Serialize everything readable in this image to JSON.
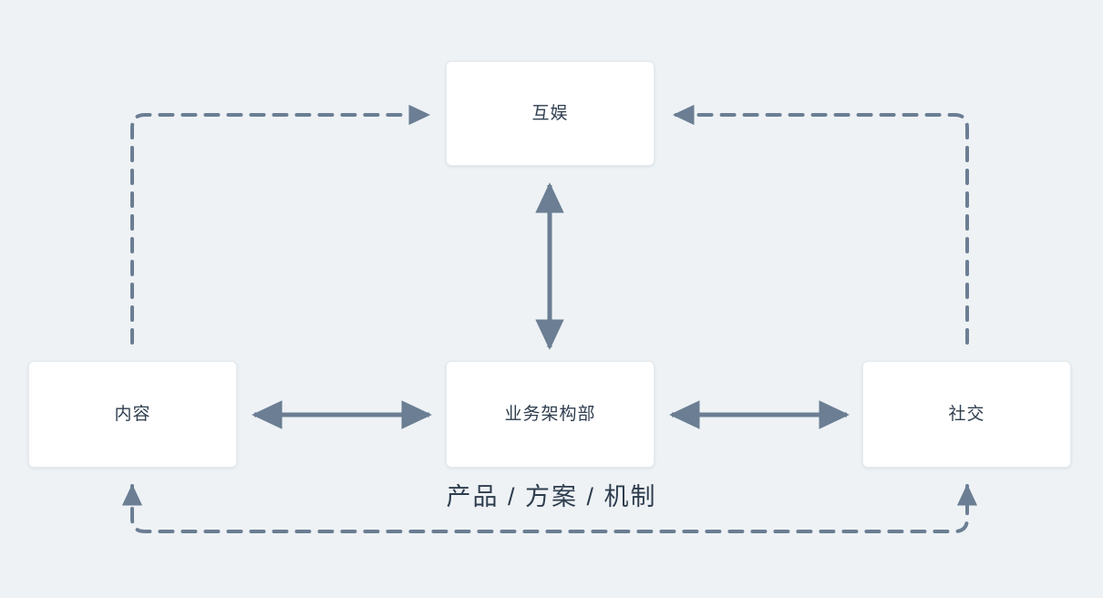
{
  "diagram": {
    "title_caption": "产品 / 方案 / 机制",
    "background_color": "#eef2f5",
    "node_fill_color": "#ffffff",
    "line_color": "#6b7e93",
    "text_color": "#2e3d4e",
    "nodes": [
      {
        "id": "hudi",
        "label": "互娱",
        "position": "top-center"
      },
      {
        "id": "neirong",
        "label": "内容",
        "position": "bottom-left"
      },
      {
        "id": "yewu",
        "label": "业务架构部",
        "position": "bottom-center"
      },
      {
        "id": "shejiao",
        "label": "社交",
        "position": "bottom-right"
      }
    ],
    "connections": [
      {
        "from": "neirong",
        "to": "hudi",
        "style": "dashed",
        "arrows": "single"
      },
      {
        "from": "shejiao",
        "to": "hudi",
        "style": "dashed",
        "arrows": "single"
      },
      {
        "from": "hudi",
        "to": "neirong",
        "style": "dashed",
        "arrows": "single"
      },
      {
        "from": "yewu",
        "to": "hudi",
        "style": "solid",
        "arrows": "double"
      },
      {
        "from": "neirong",
        "to": "yewu",
        "style": "solid",
        "arrows": "double"
      },
      {
        "from": "yewu",
        "to": "shejiao",
        "style": "solid",
        "arrows": "double"
      },
      {
        "from": "neirong",
        "to": "shejiao",
        "style": "dashed",
        "arrows": "double"
      }
    ]
  }
}
